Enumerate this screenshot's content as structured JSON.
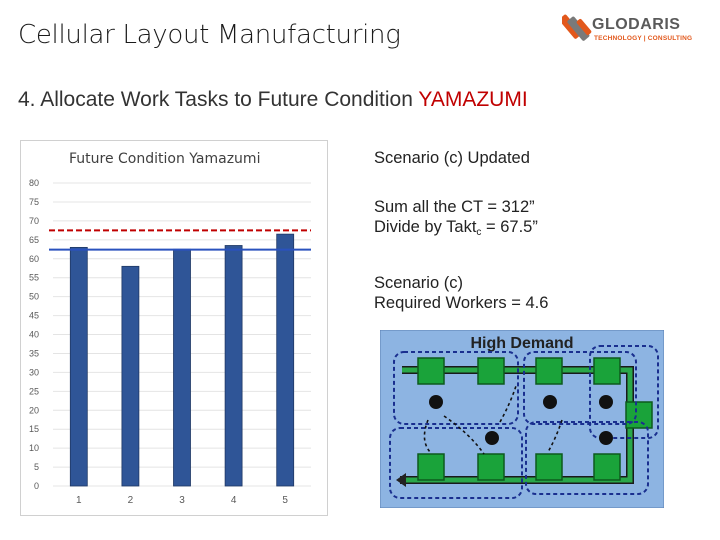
{
  "header": {
    "title": "Cellular Layout Manufacturing",
    "logo_name": "GLODARIS",
    "logo_tagline": "TECHNOLOGY | CONSULTING"
  },
  "subtitle": {
    "text": "4. Allocate Work Tasks to Future Condition ",
    "accent": "YAMAZUMI"
  },
  "chart_data": {
    "type": "bar",
    "title": "Future Condition Yamazumi",
    "categories": [
      "1",
      "2",
      "3",
      "4",
      "5"
    ],
    "values": [
      63,
      58,
      62.5,
      63.5,
      66.5
    ],
    "ylim": [
      0,
      80
    ],
    "yticks": [
      "0",
      "5",
      "10",
      "15",
      "20",
      "25",
      "30",
      "35",
      "40",
      "45",
      "50",
      "55",
      "60",
      "65",
      "70",
      "75",
      "80"
    ],
    "reference_lines": [
      {
        "value": 67.5,
        "color": "#c00000",
        "style": "dashed"
      },
      {
        "value": 62.4,
        "color": "#2a52be",
        "style": "solid"
      }
    ],
    "bar_color": "#2f5597",
    "grid": true
  },
  "scenario": {
    "heading": "Scenario (c) Updated",
    "sum_line": "Sum all the CT = 312”",
    "divide_prefix": "Divide by Takt",
    "divide_sub": "c",
    "divide_suffix": " = 67.5”",
    "result_label": "Scenario (c)",
    "result_line": "Required Workers = 4.6"
  },
  "diagram": {
    "title": "High Demand"
  },
  "colors": {
    "accent_red": "#c00000",
    "bar_blue": "#2f5597",
    "diagram_bg": "#8db4e2",
    "station_green": "#1aa33a"
  }
}
